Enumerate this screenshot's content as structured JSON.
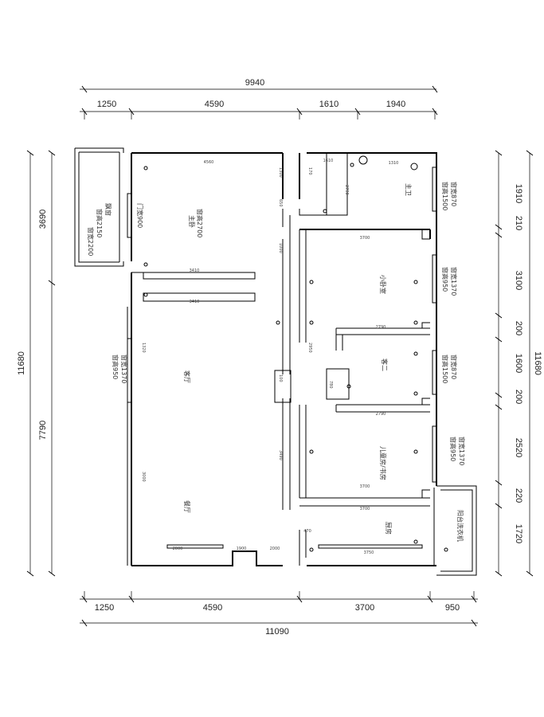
{
  "dimensions": {
    "top_total": "9940",
    "top_segments": [
      "1250",
      "4590",
      "1610",
      "1940"
    ],
    "bottom_segments": [
      "1250",
      "4590",
      "3700",
      "950"
    ],
    "bottom_total": "11090",
    "left_segments": [
      "3690",
      "7790"
    ],
    "left_total": "11680",
    "right_segments": [
      "1910",
      "210",
      "3100",
      "200",
      "1600",
      "200",
      "2520",
      "220",
      "1720"
    ],
    "right_total": "11680"
  },
  "rooms": {
    "master_bedroom": "主卧",
    "master_bath": "主卫",
    "small_bedroom": "小卧室",
    "second_bedroom": "客二",
    "kids_room": "儿童房/书房",
    "living_room": "客厅",
    "dining_room": "餐厅",
    "kitchen": "厨房"
  },
  "window_notes": {
    "master_bath": [
      "窗宽870",
      "窗高1500"
    ],
    "master_bedroom_bay": [
      "飘窗",
      "窗高2150",
      "窗宽2200"
    ],
    "master_bedroom_door": [
      "门宽900",
      "窗高2700"
    ],
    "small_bedroom": [
      "窗宽1370",
      "窗高950"
    ],
    "living_room": [
      "窗宽1370",
      "窗高950"
    ],
    "second_bedroom": [
      "窗宽870",
      "窗高1500"
    ],
    "kids_room": [
      "窗宽1370",
      "窗高950"
    ],
    "kitchen_balcony": "阳台洗衣机"
  },
  "inner_dims": {
    "bedroom_top": "4560",
    "bath_top": "1610",
    "bath_mid": "1310",
    "wardrobe_a": "3410",
    "wardrobe_b": "3410",
    "small_bed_top": "3700",
    "small_bed_bottom": "2790",
    "second_top": "2790",
    "kids_top": "2790",
    "kids_bottom": "3700",
    "kitchen_top": "3700",
    "kitchen_bottom": "3750",
    "bottom_left": "2000",
    "bottom_mid": "1900",
    "bottom_right": "2000",
    "kitchen_side": "470",
    "left_upper": "1320",
    "left_lower": "3000",
    "center_a": "1000",
    "center_b": "3490",
    "center_c": "1300",
    "hall_a": "2950",
    "hall_b": "100",
    "hall_c": "780",
    "hall_d": "650",
    "hall_e": "170"
  }
}
